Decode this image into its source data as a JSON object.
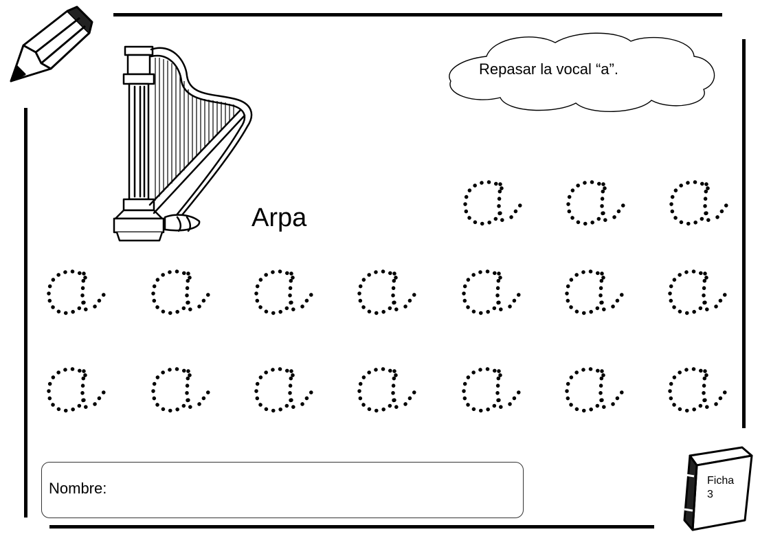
{
  "instruction": "Repasar la vocal “a”.",
  "word": "Arpa",
  "name_label": "Nombre:",
  "sheet_label": "Ficha",
  "sheet_number": "3",
  "tracing_letter": "a",
  "letter_rows": [
    {
      "row": 1,
      "count": 3
    },
    {
      "row": 2,
      "count": 7
    },
    {
      "row": 3,
      "count": 7
    }
  ],
  "colors": {
    "ink": "#000000",
    "paper": "#ffffff"
  },
  "icons": [
    "pencil-icon",
    "harp-illustration",
    "cloud-bubble",
    "book-icon"
  ]
}
